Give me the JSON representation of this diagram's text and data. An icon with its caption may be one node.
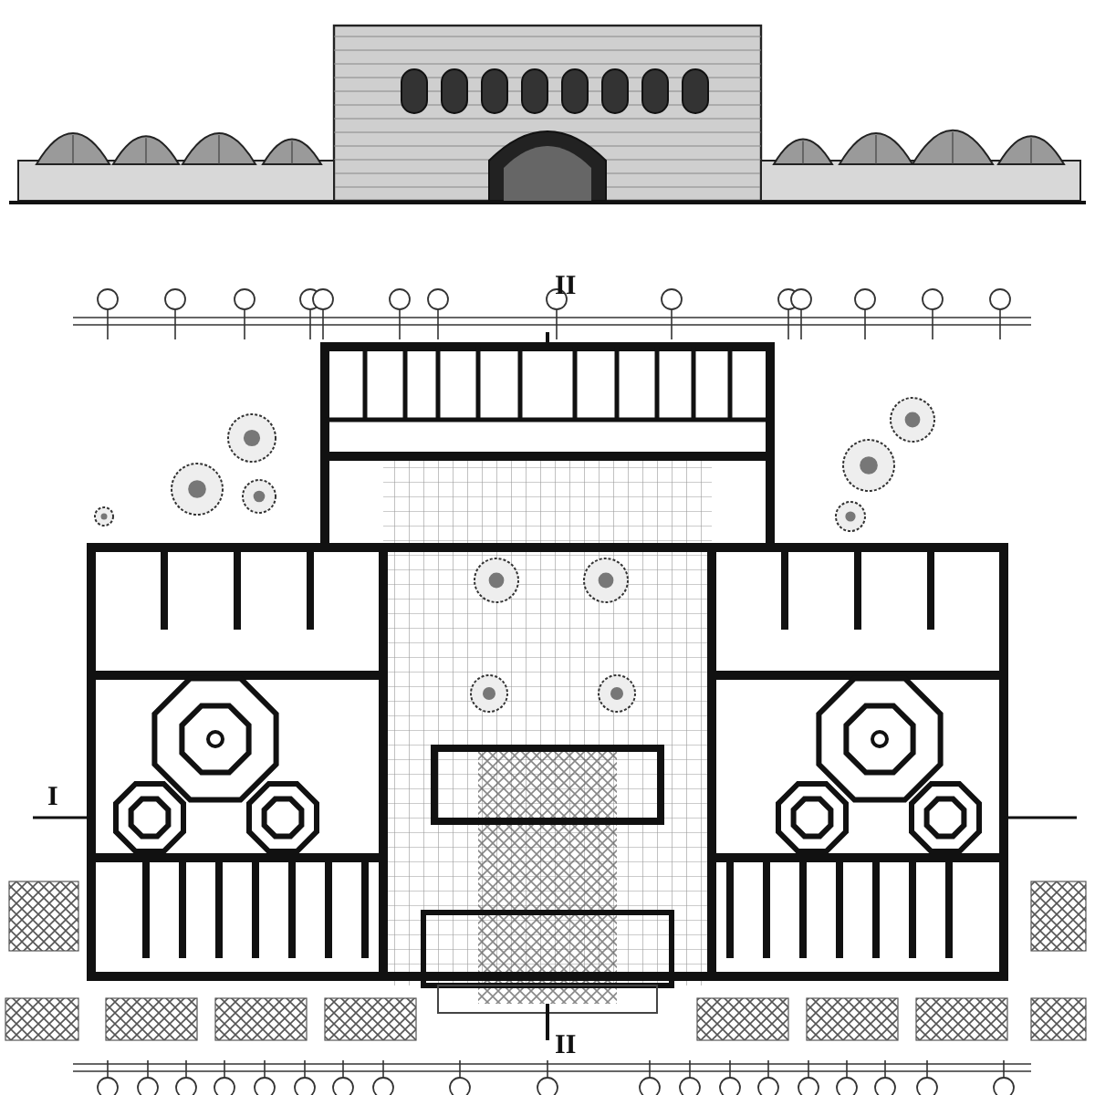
{
  "diagram": {
    "labels": [
      "II",
      "I",
      "II"
    ]
  }
}
